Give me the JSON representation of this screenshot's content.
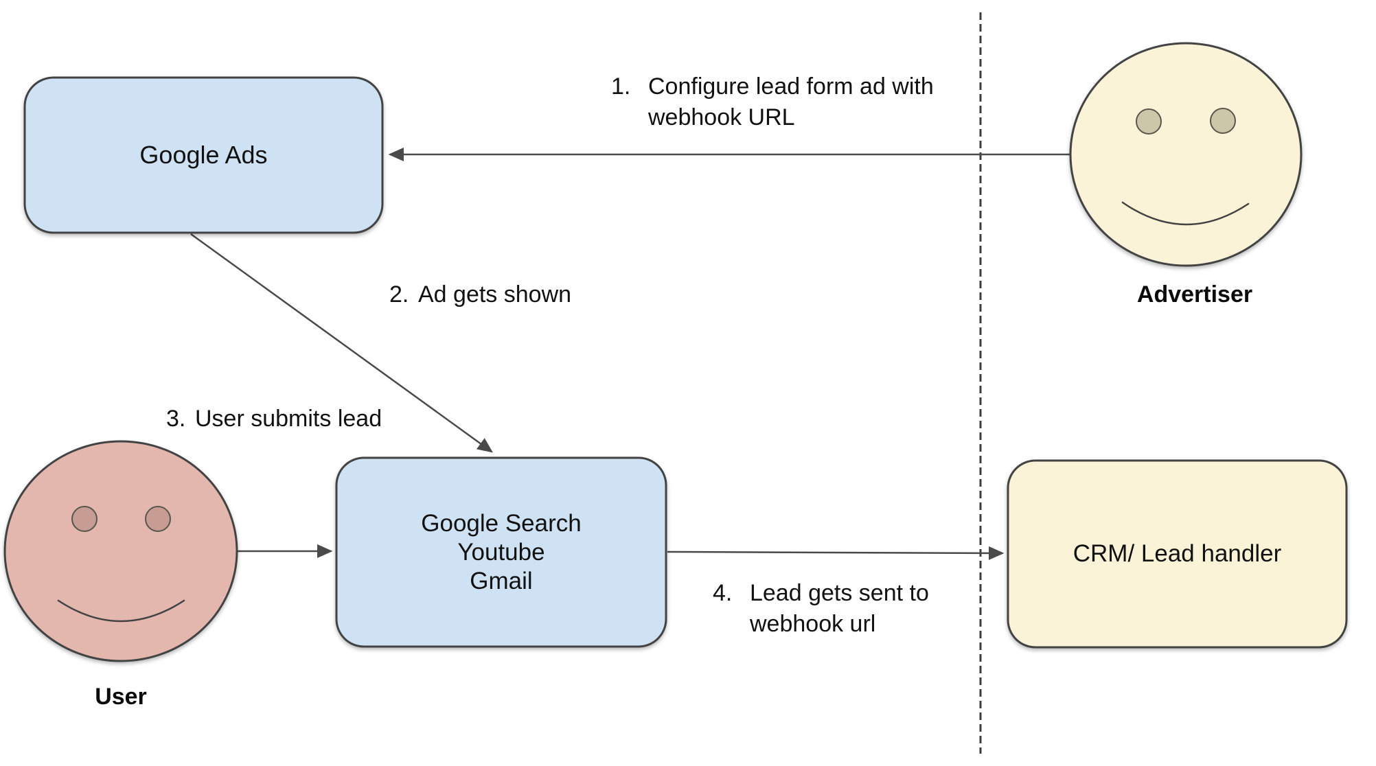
{
  "diagram": {
    "colors": {
      "google_surface_fill": "#cfe2f3",
      "external_fill": "#faf3d7",
      "advertiser_face_fill": "#faf3d7",
      "advertiser_eye_fill": "#cdc7a9",
      "user_face_fill": "#e3b7ae",
      "user_eye_fill": "#c69c93",
      "line_color": "#4a4a4a",
      "border_color": "#434343"
    },
    "nodes": {
      "google_ads": {
        "label": "Google Ads"
      },
      "google_surfaces": {
        "line1": "Google Search",
        "line2": "Youtube",
        "line3": "Gmail"
      },
      "crm": {
        "label": "CRM/ Lead handler"
      }
    },
    "actors": {
      "advertiser": {
        "label": "Advertiser"
      },
      "user": {
        "label": "User"
      }
    },
    "steps": [
      {
        "num": "1.",
        "line1": "Configure lead form ad with",
        "line2": "webhook URL"
      },
      {
        "num": "2.",
        "line1": "Ad gets shown"
      },
      {
        "num": "3.",
        "line1": "User submits lead"
      },
      {
        "num": "4.",
        "line1": "Lead gets sent to",
        "line2": "webhook url"
      }
    ]
  }
}
